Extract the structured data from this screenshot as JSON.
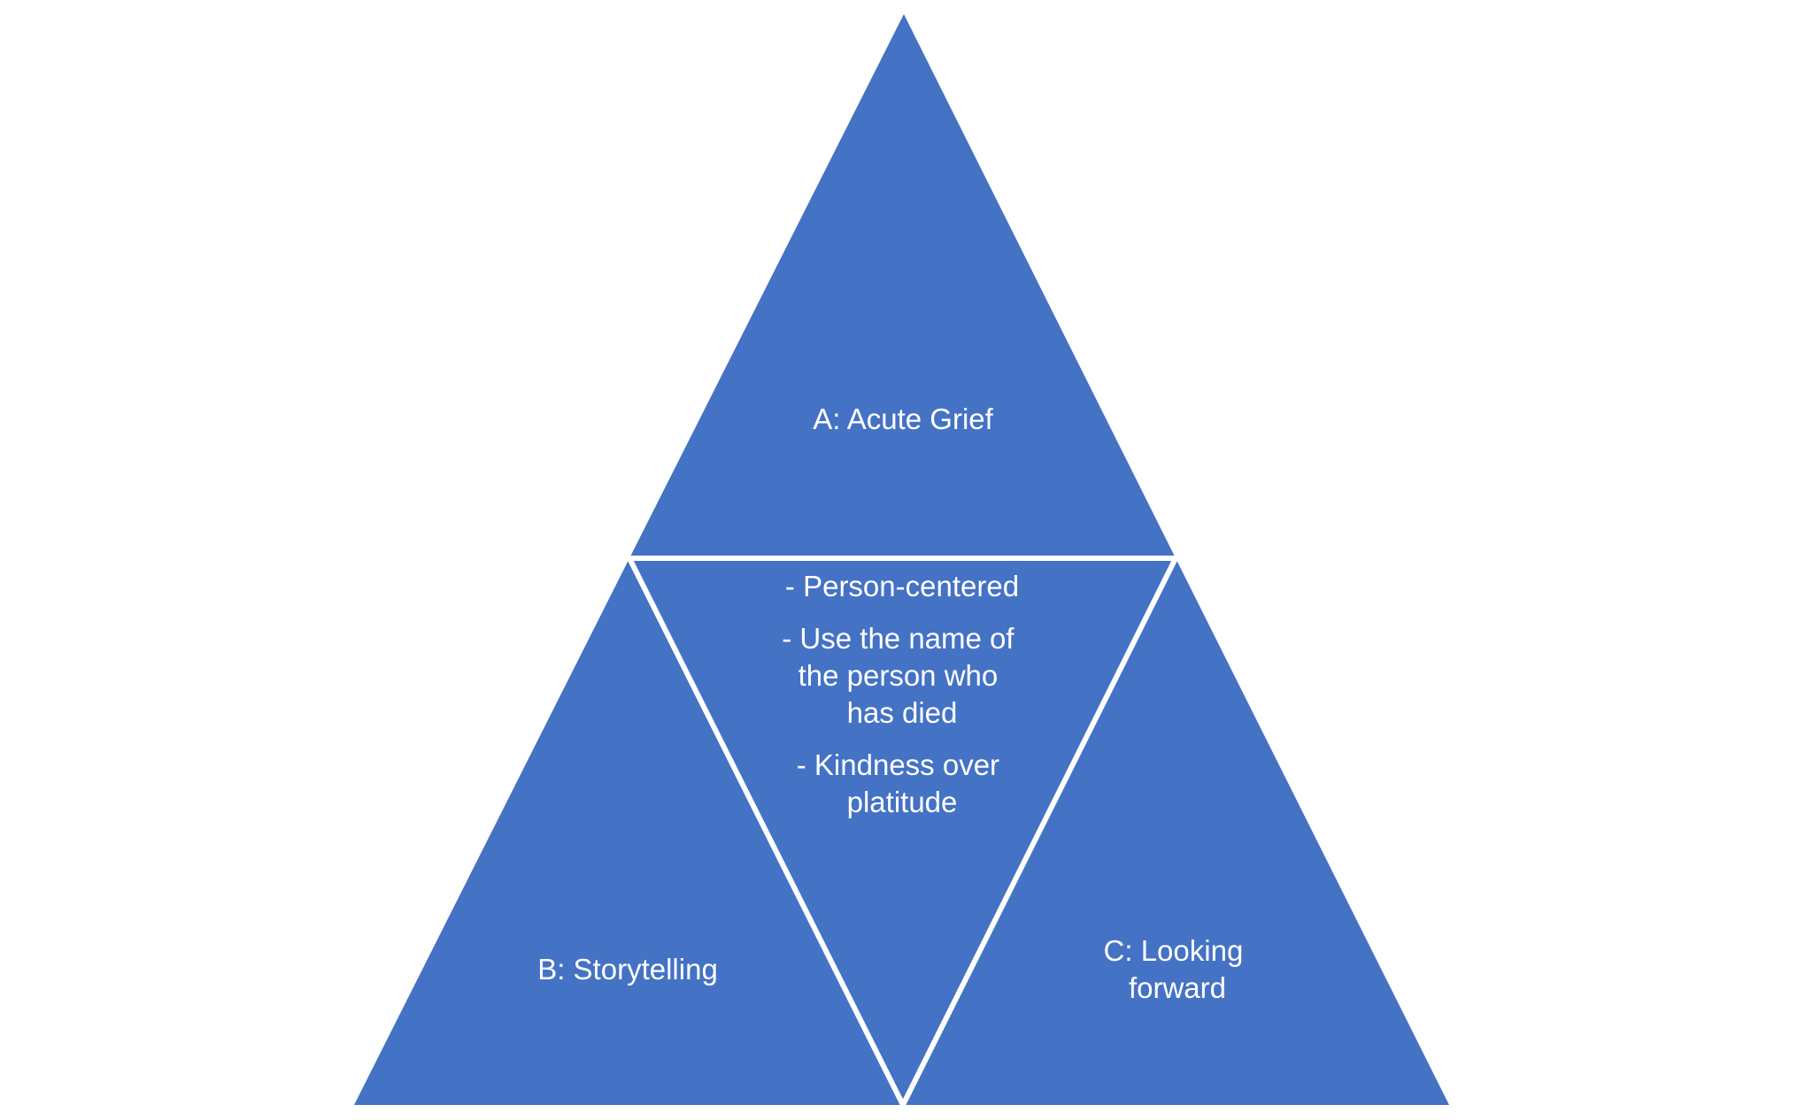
{
  "colors": {
    "fill": "#4472C4",
    "separator": "#FFFFFF",
    "background": "#FFFFFF",
    "text": "#FFFFFF"
  },
  "segments": {
    "top": {
      "label_lines": [
        "A: Acute Grief"
      ]
    },
    "left": {
      "label_lines": [
        "B: Storytelling"
      ]
    },
    "right": {
      "label_lines": [
        "C: Looking",
        "forward"
      ]
    },
    "center": {
      "items": [
        {
          "lines": [
            "- Person-centered"
          ]
        },
        {
          "lines": [
            "- Use the name of",
            "the person who",
            "has died"
          ]
        },
        {
          "lines": [
            "- Kindness over",
            "platitude"
          ]
        }
      ]
    }
  }
}
